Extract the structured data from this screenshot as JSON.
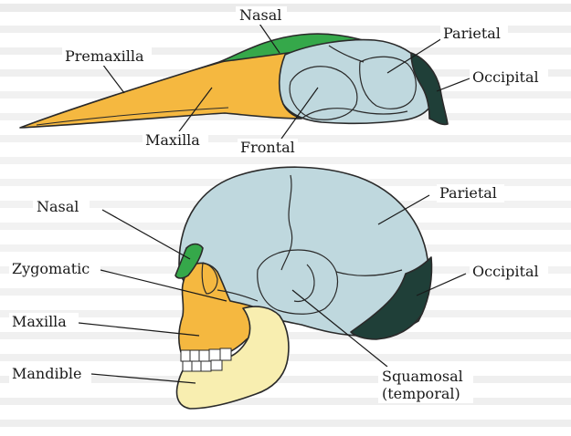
{
  "colors": {
    "premaxilla_maxilla": "#f5b840",
    "nasal": "#35a84a",
    "cranium": "#bfd8de",
    "occipital": "#1f3f38",
    "mandible": "#f8eeb0",
    "background_text": "#b9b9b9"
  },
  "bird_skull": {
    "labels": {
      "nasal": "Nasal",
      "premaxilla": "Premaxilla",
      "maxilla": "Maxilla",
      "parietal": "Parietal",
      "occipital": "Occipital",
      "frontal": "Frontal"
    }
  },
  "human_skull": {
    "labels": {
      "nasal": "Nasal",
      "zygomatic": "Zygomatic",
      "maxilla": "Maxilla",
      "mandible": "Mandible",
      "parietal": "Parietal",
      "occipital": "Occipital",
      "squamosal_line1": "Squamosal",
      "squamosal_line2": "(temporal)"
    }
  }
}
